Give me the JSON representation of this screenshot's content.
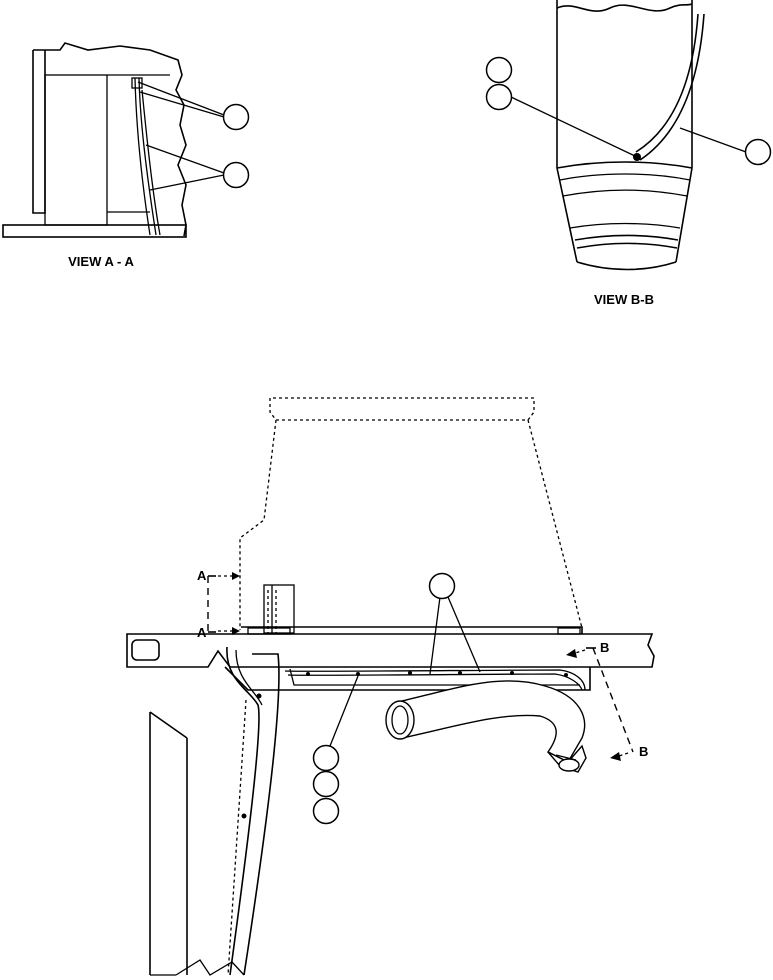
{
  "views": {
    "view_aa": {
      "caption": "VIEW A - A"
    },
    "view_bb": {
      "caption": "VIEW B-B"
    }
  },
  "section_markers": {
    "a_upper": "A",
    "a_lower": "A",
    "b_upper": "B",
    "b_lower": "B"
  },
  "colors": {
    "line": "#000000",
    "background": "#ffffff"
  }
}
